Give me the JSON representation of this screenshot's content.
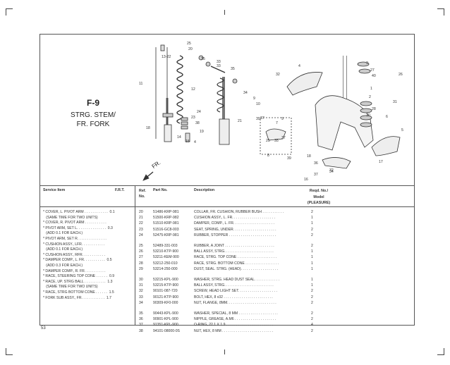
{
  "figure": {
    "number": "F-9",
    "title_line1": "STRG. STEM/",
    "title_line2": "FR. FORK",
    "direction_label": "FR."
  },
  "callouts": [
    "25",
    "20",
    "13-22",
    "35",
    "33",
    "33",
    "35",
    "4",
    "32",
    "3",
    "27",
    "40",
    "26",
    "11",
    "12",
    "1",
    "2",
    "31",
    "34",
    "9",
    "10",
    "28",
    "6",
    "39",
    "30",
    "5",
    "24",
    "23",
    "38",
    "19",
    "21",
    "37",
    "7",
    "18",
    "14",
    "15",
    "4",
    "25",
    "35",
    "37",
    "8",
    "9",
    "39",
    "18",
    "36",
    "37",
    "34",
    "32",
    "17",
    "16"
  ],
  "headers": {
    "service_item": "Service Item",
    "frt": "F.R.T.",
    "ref_no_1": "Ref.",
    "ref_no_2": "No.",
    "part_no": "Part No.",
    "description": "Description",
    "reqd_1": "Reqd. No./",
    "reqd_2": "Model",
    "reqd_3": "(PLEASURE)"
  },
  "service_items": [
    "* COVER, L. PIVOT ARM . . . . . . . . . . . .  0.1",
    "   (SAME TIME FOR TWO UNITS)",
    "* COVER, R. PIVOT ARM . . . . . . . . . . .",
    "* PIVOT ARM, SET L. . . . . . . . . . . . . . .  0.3",
    "   (ADD 0.1 FOR EACH.)",
    "* PIVOT ARM, SET R. . . . . . . . . . . . . . .",
    "* CUSHION ASSY., LFR. . . . . . . . . . . .",
    "   (ADD 0.1 FOR EACH.)",
    "* CUSHION ASSY., RFR. . . . . . . . . . . .",
    "* DAMPER COMP., L. FR. . . . . . . . . . .  0.5",
    "   (ADD 0.3 FOR EACH.)",
    "* DAMPER COMP., R. FR. . . . . . . . . . .",
    "* RACE, STEERING TOP CONE . . . . . .  0.9",
    "* RACE, UP. STRG BALL . . . . . . . . . . .  1.3",
    "   (SAME TIME FOR TWO UNITS)",
    "* RACE, STRG BOTTOM CONE . . . . . .  1.5",
    "* FORK SUB ASSY., FR. . . . . . . . . . . .  1.7"
  ],
  "parts": [
    {
      "ref": "20",
      "part": "51486-KRP-981",
      "desc": "COLLAR, FR. CUSHION, RUBBER BUSH . . . . . . . . . . .",
      "qty": "2"
    },
    {
      "ref": "21",
      "part": "51500-KRP-982",
      "desc": "CUSHION ASSY., L. FR. . . . . . . . . . . . . . . . . . . . . .",
      "qty": "1"
    },
    {
      "ref": "22",
      "part": "51510-KRP-981",
      "desc": "DAMPER, COMP., L. FR. . . . . . . . . . . . . . . . . . . . .",
      "qty": "1"
    },
    {
      "ref": "23",
      "part": "51516-GC8-003",
      "desc": "SEAT, SPRING, UNDER. . . . . . . . . . . . . . . . . . . . . .",
      "qty": "2"
    },
    {
      "ref": "24",
      "part": "52475-KRP-981",
      "desc": "RUBBER, STOPPER . . . . . . . . . . . . . . . . . . . . . . . .",
      "qty": "2"
    },
    {
      "ref": "25",
      "part": "52489-331-003",
      "desc": "RUBBER, A JOINT . . . . . . . . . . . . . . . . . . . . . . . . .",
      "qty": "2"
    },
    {
      "ref": "26",
      "part": "53210-KTP-900",
      "desc": "BALL ASSY, STRG. . . . . . . . . . . . . . . . . . . . . . . . .",
      "qty": "1"
    },
    {
      "ref": "27",
      "part": "53211-KEM-900",
      "desc": "RACE, STRG. TOP CONE . . . . . . . . . . . . . . . . . . . .",
      "qty": "1"
    },
    {
      "ref": "28",
      "part": "53212-250-010",
      "desc": "RACE, STRG. BOTTOM CONE . . . . . . . . . . . . . . . . .",
      "qty": "1"
    },
    {
      "ref": "29",
      "part": "53214-250-000",
      "desc": "DUST, SEAL. STRG. (HEAD). . . . . . . . . . . . . . . . . . .",
      "qty": "1"
    },
    {
      "ref": "30",
      "part": "53215-KPL-900",
      "desc": "WASHER, STRG. HEAD DUST SEAL. . . . . . . . . . . . .",
      "qty": "1"
    },
    {
      "ref": "31",
      "part": "53215-KTP-900",
      "desc": "BALL ASSY, STRG. . . . . . . . . . . . . . . . . . . . . . . . .",
      "qty": "1"
    },
    {
      "ref": "32",
      "part": "90101-087-720",
      "desc": "SCREW, HEAD LIGHT SET. . . . . . . . . . . . . . . . . . . .",
      "qty": "2"
    },
    {
      "ref": "33",
      "part": "90121-KTP-900",
      "desc": "BOLT, HEX, 8 x32 . . . . . . . . . . . . . . . . . . . . . . . . .",
      "qty": "2"
    },
    {
      "ref": "34",
      "part": "90309-KF0-000",
      "desc": "NUT, FLANGE, 8MM. . . . . . . . . . . . . . . . . . . . . . . . .",
      "qty": "2"
    },
    {
      "ref": "35",
      "part": "90443-KPL-900",
      "desc": "WASHER, SPECIAL, 8 MM . . . . . . . . . . . . . . . . . . . .",
      "qty": "2"
    },
    {
      "ref": "36",
      "part": "90901-KPL-900",
      "desc": "NIPPLE, GREASE, A.M6 . . . . . . . . . . . . . . . . . . . . .",
      "qty": "2"
    },
    {
      "ref": "37",
      "part": "91351-KPL-900",
      "desc": "O-RING, 22.1 X 1.9 . . . . . . . . . . . . . . . . . . . . . . . .",
      "qty": "4"
    },
    {
      "ref": "38",
      "part": "94101-08000-0S",
      "desc": "NUT, HEX, 8 MM . . . . . . . . . . . . . . . . . . . . . . . . . .",
      "qty": "2"
    }
  ],
  "page_number": "53"
}
